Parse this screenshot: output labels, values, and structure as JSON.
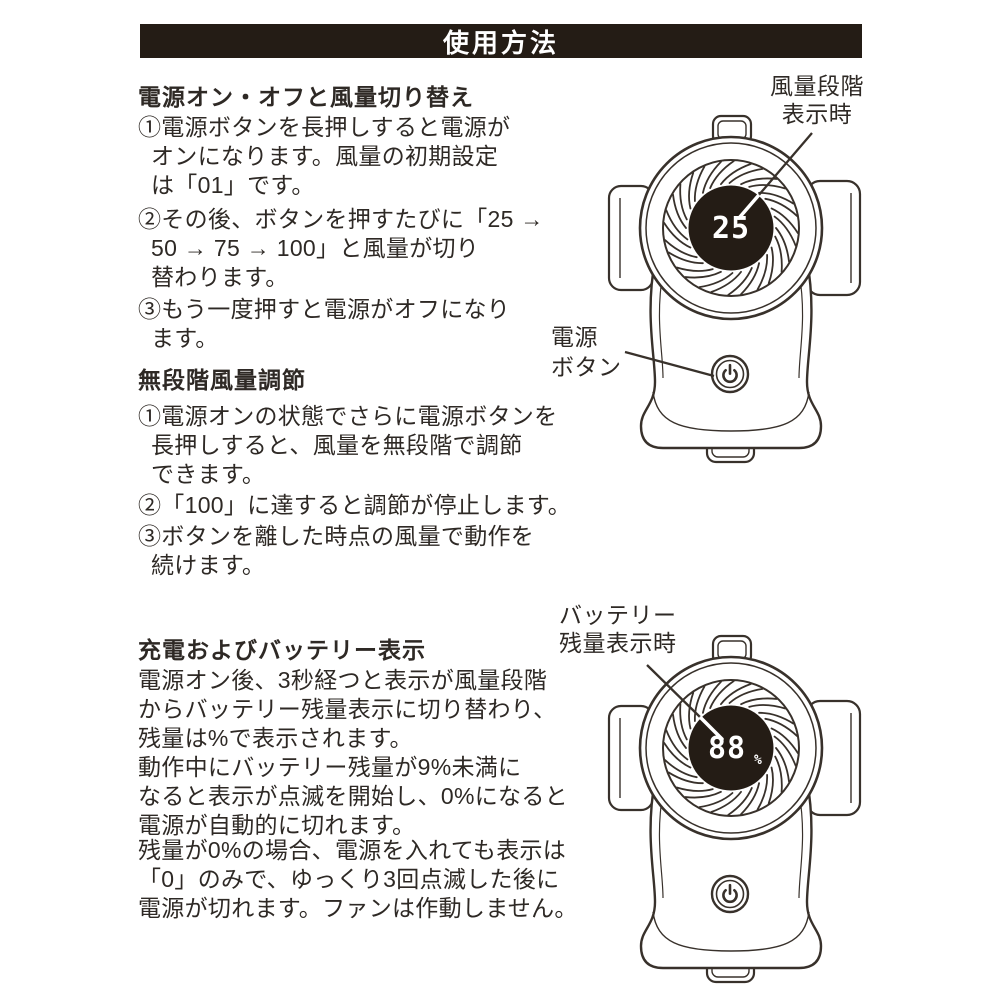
{
  "header": {
    "title": "使用方法"
  },
  "colors": {
    "ink": "#38312b",
    "header_bar": "#241c15",
    "display_bg": "#241c15",
    "digits": "#ffffff"
  },
  "sections": [
    {
      "heading": "電源オン・オフと風量切り替え",
      "items": [
        {
          "lines": [
            "①電源ボタンを長押しすると電源が",
            "オンになります。風量の初期設定",
            "は「01」です。"
          ]
        },
        {
          "lines": [
            "②その後、ボタンを押すたびに「25 →",
            "50 → 75 → 100」と風量が切り",
            "替わります。"
          ]
        },
        {
          "lines": [
            "③もう一度押すと電源がオフになり",
            "ます。"
          ]
        }
      ]
    },
    {
      "heading": "無段階風量調節",
      "items": [
        {
          "lines": [
            "①電源オンの状態でさらに電源ボタンを",
            "長押しすると、風量を無段階で調節",
            "できます。"
          ]
        },
        {
          "lines": [
            "②「100」に達すると調節が停止します。"
          ]
        },
        {
          "lines": [
            "③ボタンを離した時点の風量で動作を",
            "続けます。"
          ]
        }
      ]
    },
    {
      "heading": "充電およびバッテリー表示",
      "paragraphs": [
        {
          "lines": [
            "電源オン後、3秒経つと表示が風量段階",
            "からバッテリー残量表示に切り替わり、",
            "残量は%で表示されます。"
          ]
        },
        {
          "lines": [
            "動作中にバッテリー残量が9%未満に",
            "なると表示が点滅を開始し、0%になると",
            "電源が自動的に切れます。"
          ]
        },
        {
          "lines": [
            "残量が0%の場合、電源を入れても表示は",
            "「0」のみで、ゆっくり3回点滅した後に",
            "電源が切れます。ファンは作動しません。"
          ]
        }
      ]
    }
  ],
  "diagrams": {
    "fan_level": {
      "callout_line1": "風量段階",
      "callout_line2": "表示時",
      "power_callout_line1": "電源",
      "power_callout_line2": "ボタン",
      "display_value": "25"
    },
    "battery": {
      "callout_line1": "バッテリー",
      "callout_line2": "残量表示時",
      "display_value": "88",
      "display_unit": "%"
    }
  }
}
